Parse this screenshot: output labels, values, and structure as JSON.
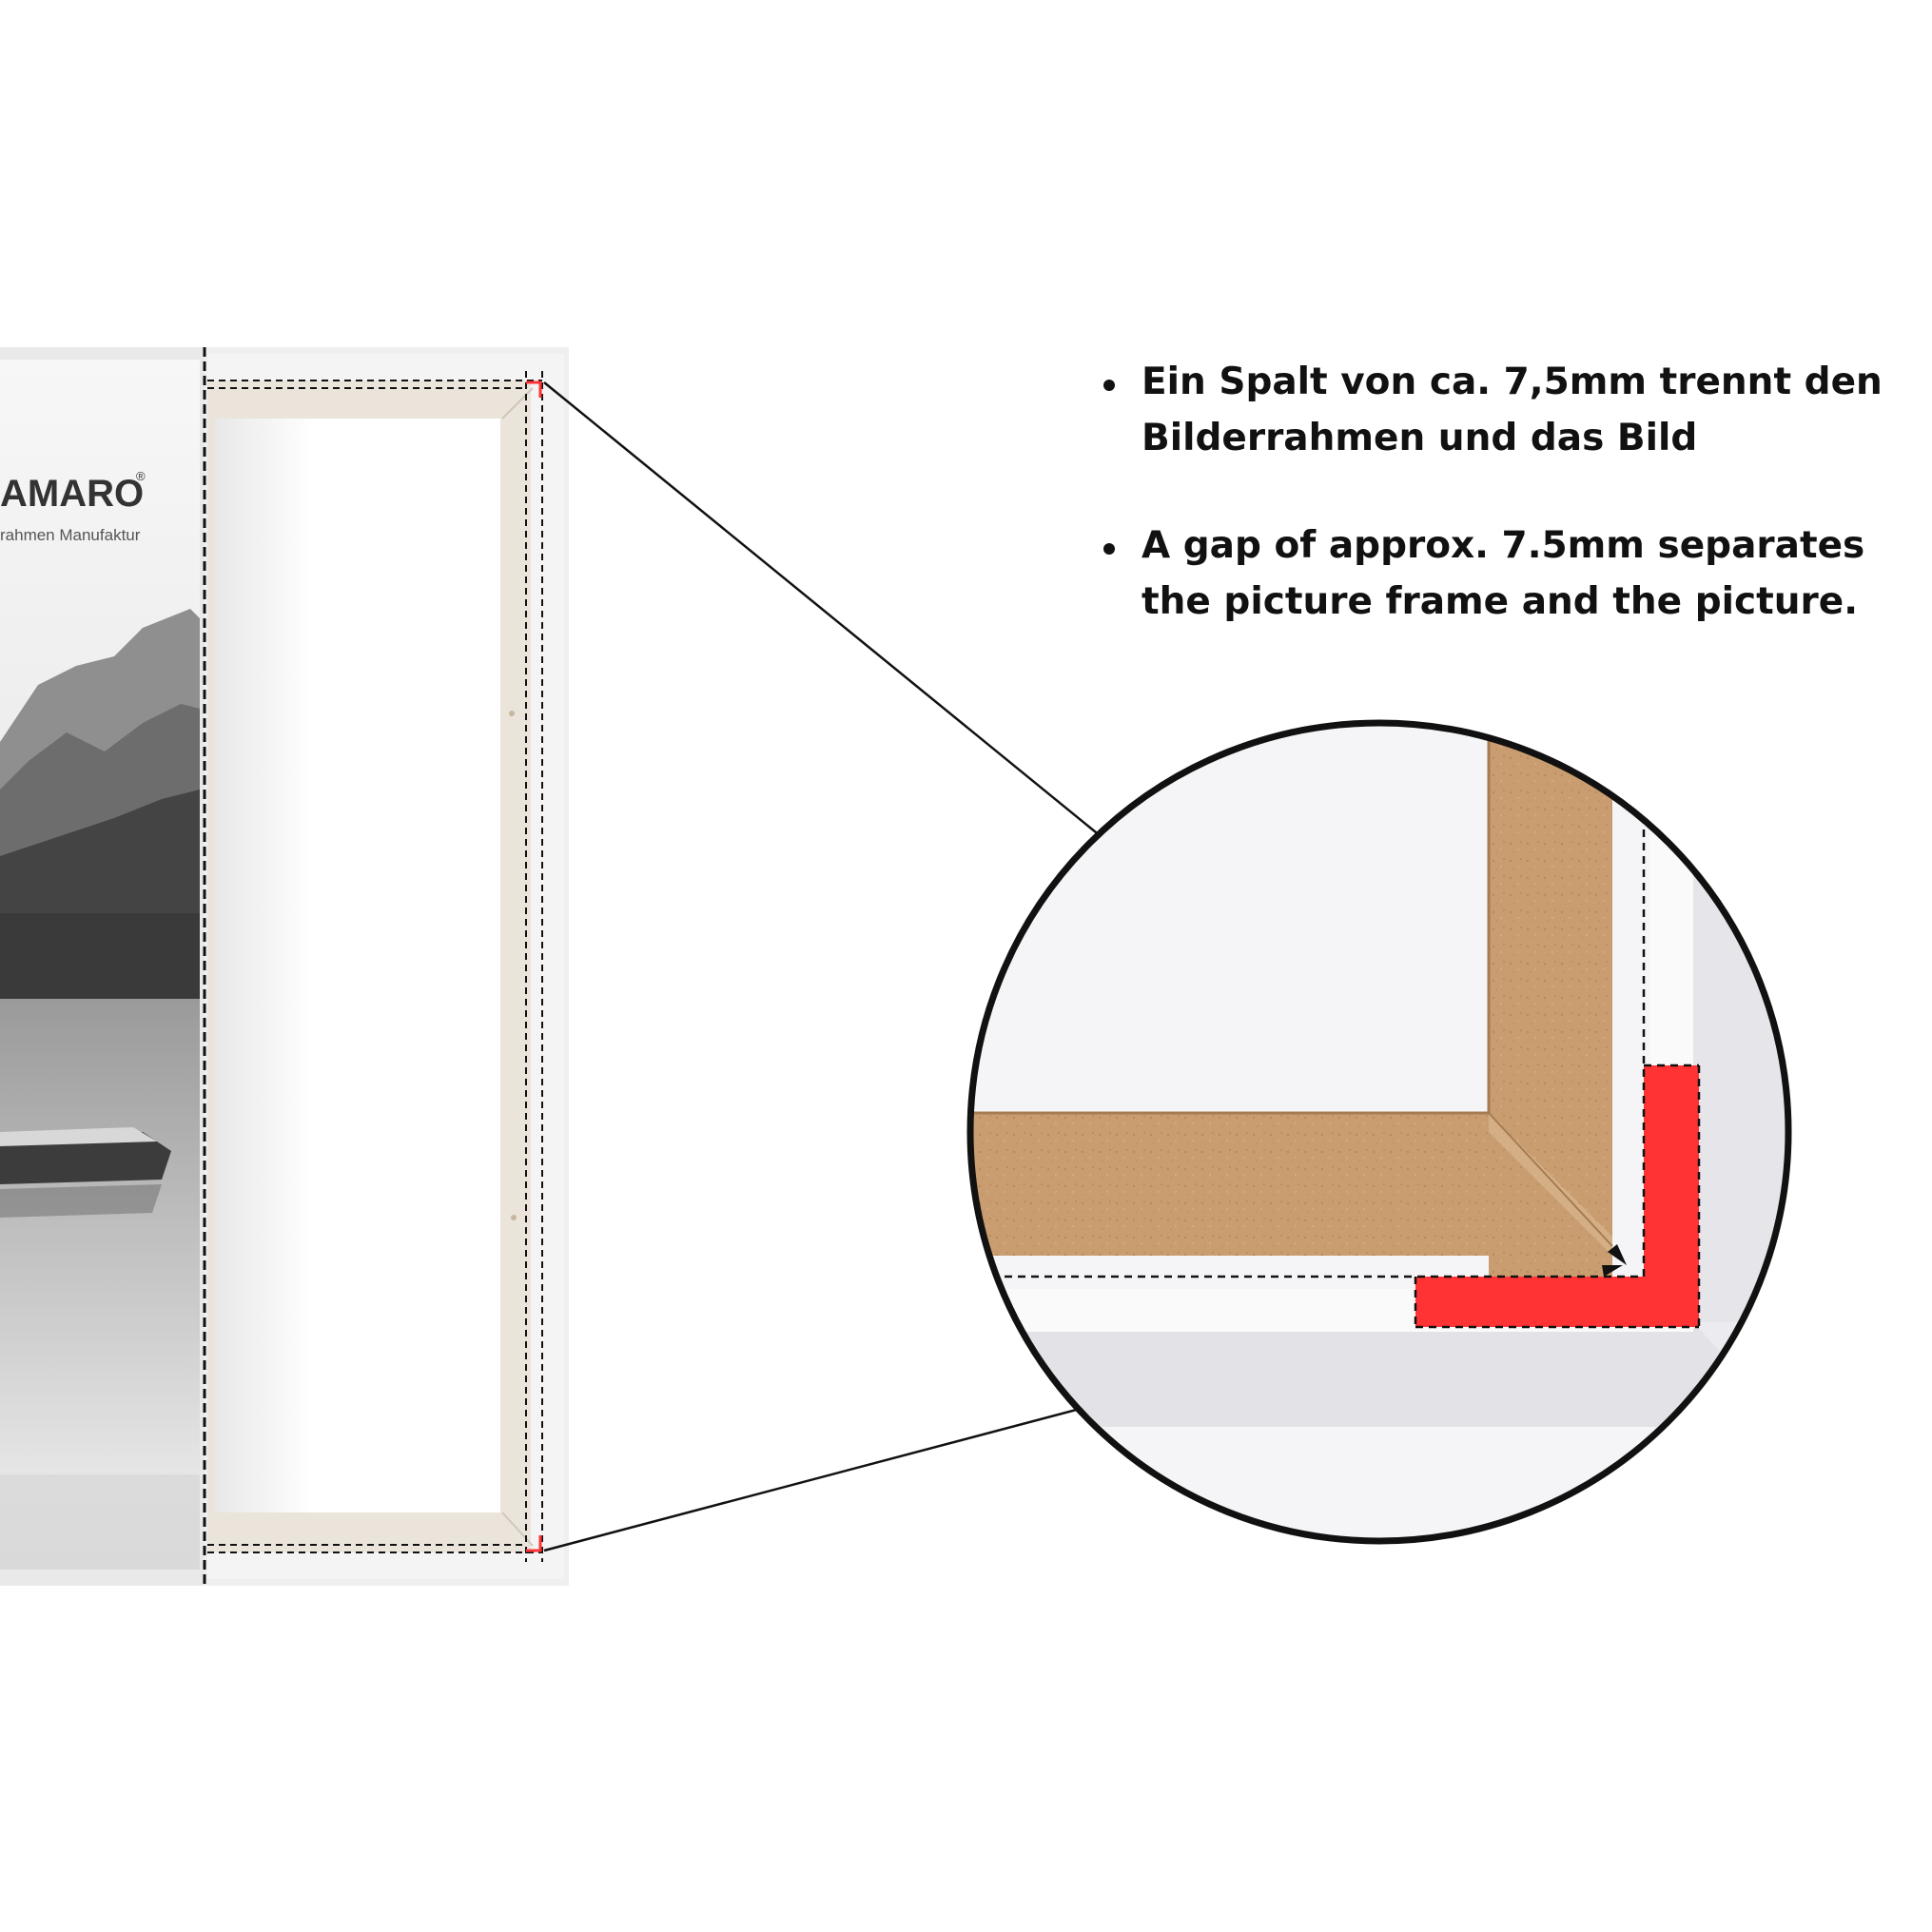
{
  "logo": {
    "brand_text": "AMARO",
    "registered_mark": "®",
    "tagline": "rahmen Manufaktur"
  },
  "bullets": [
    {
      "text": "Ein Spalt von ca. 7,5mm trennt den Bilderrahmen und das Bild"
    },
    {
      "text": "A gap of approx. 7.5mm separates the picture frame and the picture."
    }
  ],
  "colors": {
    "gap_highlight": "#ff3333",
    "mdf_backing": "#c79a6c",
    "frame_white": "#f4f4f6",
    "outline": "#111111"
  }
}
